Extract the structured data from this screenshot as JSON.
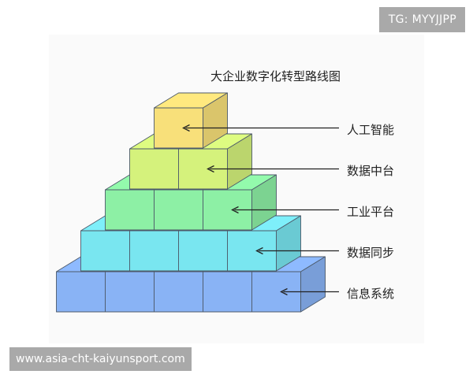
{
  "diagram": {
    "title": "大企业数字化转型路线图",
    "layers": [
      {
        "label": "人工智能",
        "cubes": 1,
        "color": "#F8E07A"
      },
      {
        "label": "数据中台",
        "cubes": 2,
        "color": "#D5F27C"
      },
      {
        "label": "工业平台",
        "cubes": 3,
        "color": "#8DF0A5"
      },
      {
        "label": "数据同步",
        "cubes": 4,
        "color": "#79E6F0"
      },
      {
        "label": "信息系统",
        "cubes": 5,
        "color": "#89B3F5"
      }
    ]
  },
  "badge": {
    "text": "TG: MYYJJPP"
  },
  "watermark": {
    "text": "www.asia-cht-kaiyunsport.com"
  }
}
